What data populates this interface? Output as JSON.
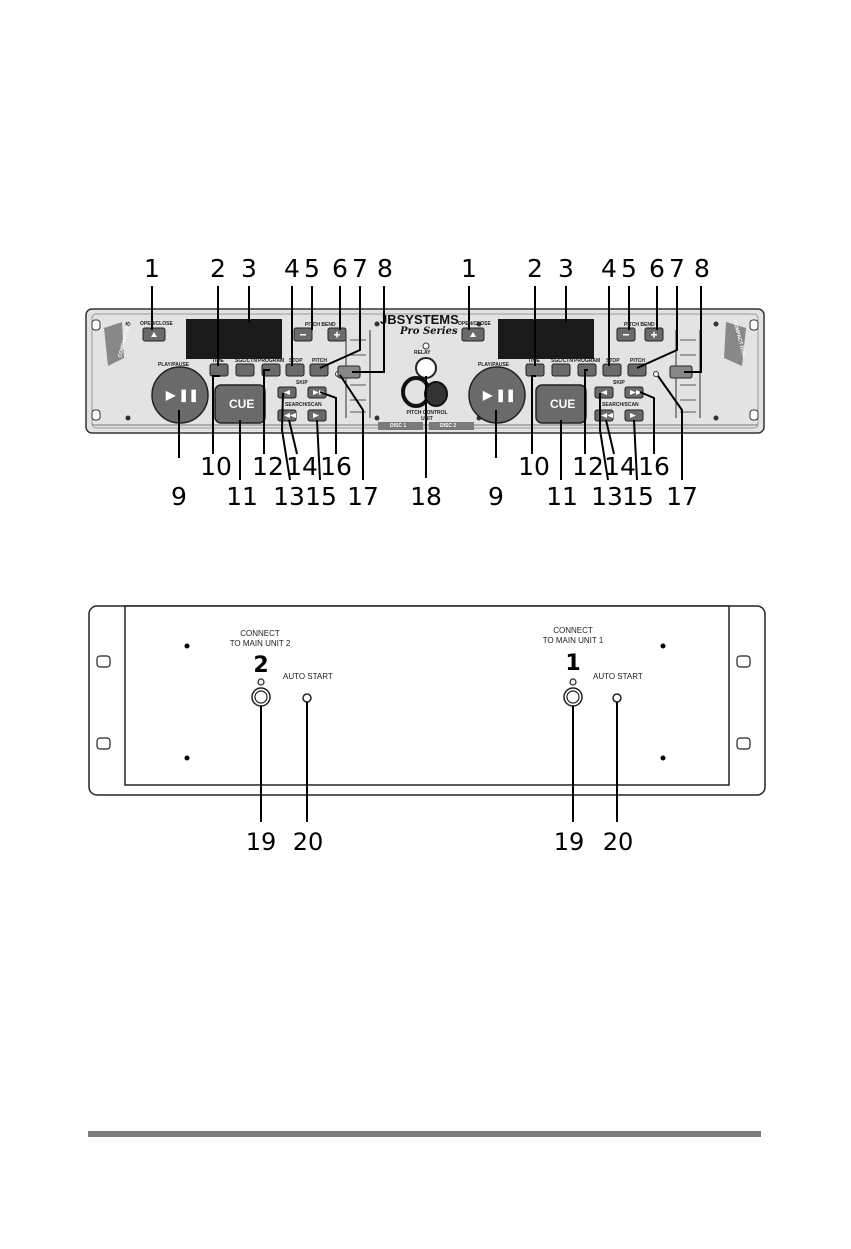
{
  "front_panel": {
    "brand": "JBSYSTEMS",
    "series": "Pro Series",
    "center_label": "PITCH CONTROL UNIT",
    "relay_label": "RELAY",
    "disc1_label": "DISC 1",
    "disc2_label": "DISC 2",
    "compact_disc_label": "COMPACT DISC",
    "deck_labels": {
      "open_close": "OPEN/CLOSE",
      "play_pause": "PLAY/PAUSE",
      "cue": "CUE",
      "time": "TIME",
      "sgl_ctn": "SGL/CTN",
      "program": "PROGRAM",
      "stop": "STOP",
      "pitch": "PITCH",
      "pitch_bend": "PITCH BEND",
      "skip": "SKIP",
      "search": "SEARCH/SCAN"
    },
    "callouts_top_left": [
      "1",
      "2",
      "3",
      "4",
      "5",
      "6",
      "7",
      "8"
    ],
    "callouts_top_right": [
      "1",
      "2",
      "3",
      "4",
      "5",
      "6",
      "7",
      "8"
    ],
    "callouts_bottom_left": [
      "9",
      "10",
      "11",
      "12",
      "13",
      "14",
      "15",
      "16",
      "17"
    ],
    "callout_center": "18",
    "callouts_bottom_right": [
      "9",
      "10",
      "11",
      "12",
      "13",
      "14",
      "15",
      "16",
      "17"
    ]
  },
  "rear_panel": {
    "left": {
      "connect_label": "CONNECT\nTO MAIN UNIT 2",
      "unit_number": "2",
      "auto_start_label": "AUTO START",
      "callouts": [
        "19",
        "20"
      ]
    },
    "right": {
      "connect_label": "CONNECT\nTO MAIN UNIT 1",
      "unit_number": "1",
      "auto_start_label": "AUTO START",
      "callouts": [
        "19",
        "20"
      ]
    }
  },
  "colors": {
    "panel": "#e4e4e4",
    "display": "#1a1a1a",
    "button": "#6a6a6a",
    "footer_rule": "#7d7d7d"
  }
}
